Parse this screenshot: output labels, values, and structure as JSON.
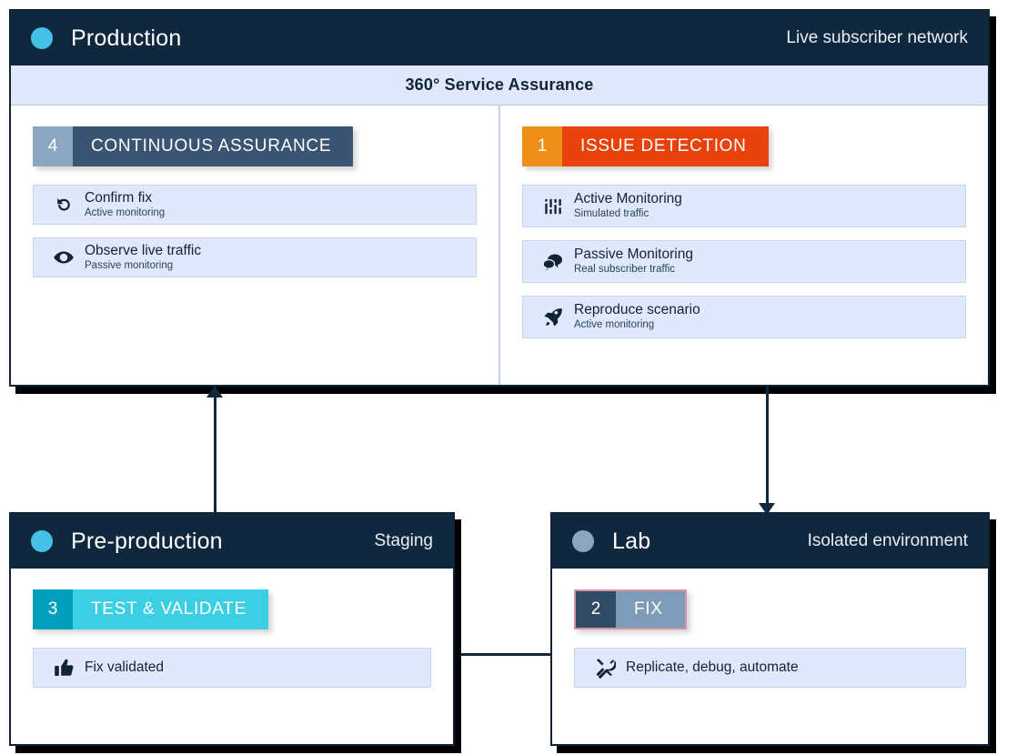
{
  "production": {
    "dot": "status-dot-cyan",
    "title": "Production",
    "subtitle": "Live subscriber network",
    "band": "360° Service Assurance",
    "accent": "#10283d",
    "left_column": {
      "badge": {
        "number": "4",
        "label": "CONTINUOUS ASSURANCE",
        "bg": "#3a5472",
        "num_bg": "#8ba6bf"
      },
      "items": [
        {
          "icon": "rotate-ccw-icon",
          "title": "Confirm fix",
          "sub": "Active monitoring"
        },
        {
          "icon": "eye-icon",
          "title": "Observe live traffic",
          "sub": "Passive monitoring"
        }
      ]
    },
    "right_column": {
      "badge": {
        "number": "1",
        "label": "ISSUE DETECTION",
        "bg": "#e8430d",
        "num_bg": "#ef8f17"
      },
      "items": [
        {
          "icon": "sliders-icon",
          "title": "Active Monitoring",
          "sub": "Simulated traffic"
        },
        {
          "icon": "chat-bubbles-icon",
          "title": "Passive Monitoring",
          "sub": "Real subscriber traffic"
        },
        {
          "icon": "rocket-icon",
          "title": "Reproduce scenario",
          "sub": "Active monitoring"
        }
      ]
    }
  },
  "preproduction": {
    "dot": "status-dot-cyan",
    "title": "Pre-production",
    "subtitle": "Staging",
    "badge": {
      "number": "3",
      "label": "TEST & VALIDATE",
      "bg": "#3ccfe4",
      "num_bg": "#00a0bd"
    },
    "items": [
      {
        "icon": "thumbs-up-icon",
        "title": "Fix validated"
      }
    ]
  },
  "lab": {
    "dot": "status-dot-grey",
    "title": "Lab",
    "subtitle": "Isolated environment",
    "badge": {
      "number": "2",
      "label": "FIX",
      "bg": "#7e9cb8",
      "num_bg": "#314a66",
      "border": "#d98fa8"
    },
    "items": [
      {
        "icon": "tools-icon",
        "title": "Replicate, debug, automate"
      }
    ]
  },
  "connectors": [
    {
      "name": "preproduction-to-production",
      "direction": "up"
    },
    {
      "name": "production-to-lab",
      "direction": "down"
    },
    {
      "name": "lab-to-preproduction",
      "direction": "left"
    }
  ]
}
